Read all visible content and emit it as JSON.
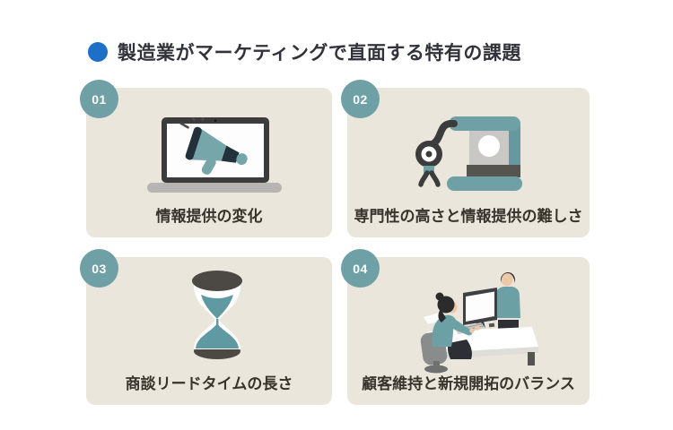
{
  "header": {
    "title": "製造業がマーケティングで直面する特有の課題",
    "bullet_icon": "blue-circle-bullet"
  },
  "cards": [
    {
      "number": "01",
      "label": "情報提供の変化",
      "icon": "laptop-megaphone-icon"
    },
    {
      "number": "02",
      "label": "専門性の高さと情報提供の難しさ",
      "icon": "industrial-robot-icon"
    },
    {
      "number": "03",
      "label": "商談リードタイムの長さ",
      "icon": "hourglass-icon"
    },
    {
      "number": "04",
      "label": "顧客維持と新規開拓のバランス",
      "icon": "customer-meeting-icon"
    }
  ],
  "colors": {
    "page_background": "#FFFFFF",
    "card_background": "#EAE6DB",
    "badge_background": "#6FA0A5",
    "badge_text": "#FFFFFF",
    "title_text": "#32323A",
    "label_text": "#38332B",
    "accent_blue": "#1D6FC8",
    "accent_teal": "#6FA0A5",
    "accent_dark_navy": "#22313A",
    "sand_teal": "#5F99A2"
  }
}
